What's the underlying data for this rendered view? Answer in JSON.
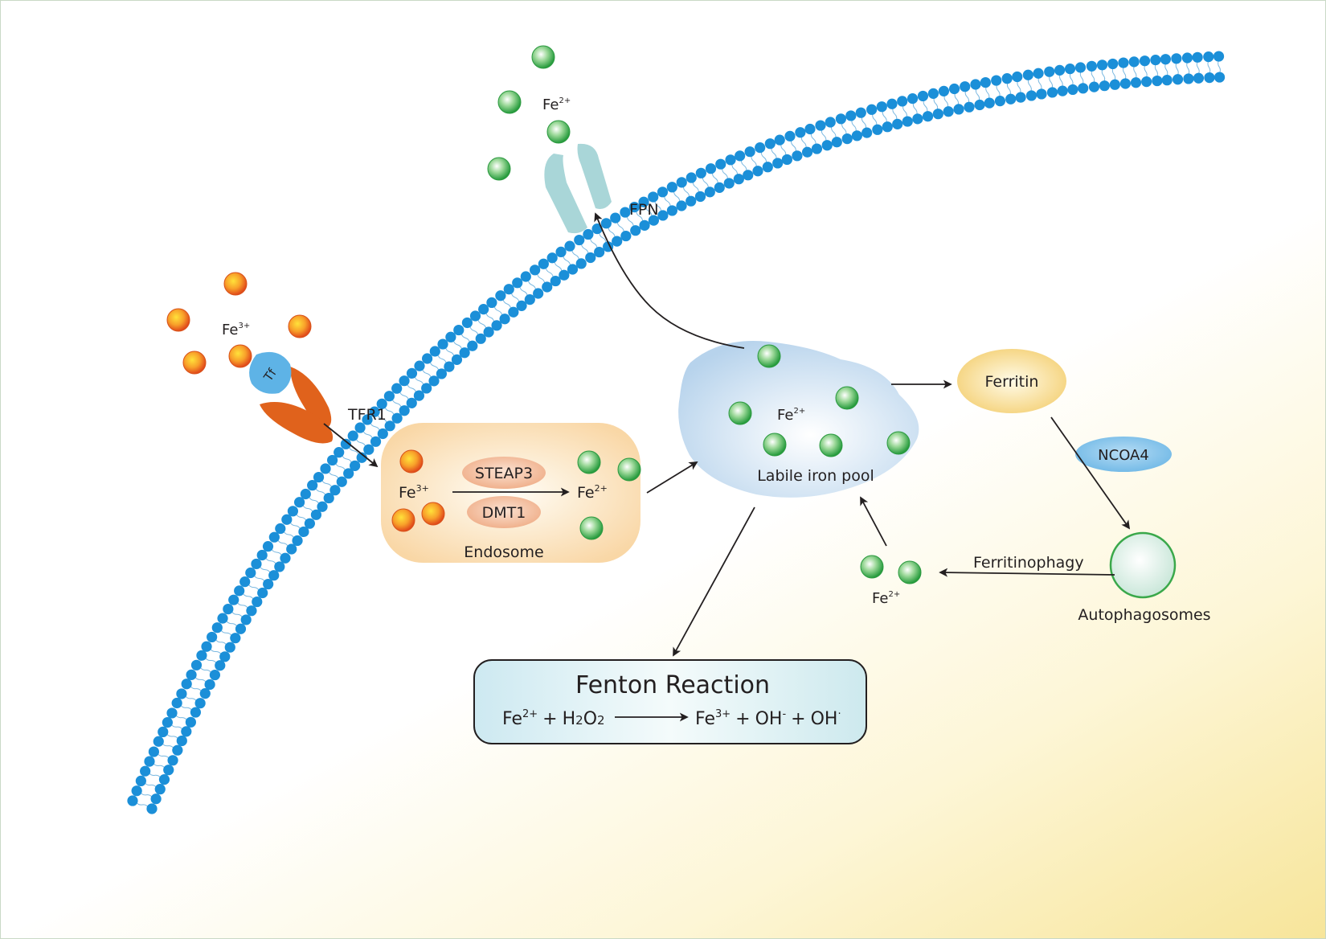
{
  "colors": {
    "membrane_head": "#1b8fd8",
    "fe3_ion": "#f07a1c",
    "fe2_ion": "#3aa84a",
    "tfr1": "#e0621c",
    "tf": "#5eb3e6",
    "fpn": "#a9d6d8",
    "ferritin": "#f6d98a",
    "ncoa4": "#7fc3ea",
    "endosome": "#fbe0b4",
    "labile_pool": "#c6ddef",
    "autophagosome_ring": "#3aa84a",
    "fenton_box": "#d9eef2"
  },
  "labels": {
    "fe2_outside": {
      "base": "Fe",
      "sup": "2+"
    },
    "fpn": "FPN",
    "fe3_outside": {
      "base": "Fe",
      "sup": "3+"
    },
    "tf": "Tf",
    "tfr1": "TFR1",
    "steap3": "STEAP3",
    "dmt1": "DMT1",
    "endosome_fe3": {
      "base": "Fe",
      "sup": "3+"
    },
    "endosome_fe2": {
      "base": "Fe",
      "sup": "2+"
    },
    "endosome": "Endosome",
    "pool_fe2": {
      "base": "Fe",
      "sup": "2+"
    },
    "labile_iron_pool": "Labile iron pool",
    "ferritin": "Ferritin",
    "ncoa4": "NCOA4",
    "autophagosomes": "Autophagosomes",
    "ferritinophagy": "Ferritinophagy",
    "released_fe2": {
      "base": "Fe",
      "sup": "2+"
    }
  },
  "fenton": {
    "title": "Fenton Reaction",
    "lhs": {
      "fe": "Fe",
      "fe_sup": "2+",
      "plus1": "+",
      "h": "H",
      "h_sub": "2",
      "o": "O",
      "o_sub": "2"
    },
    "rhs": {
      "fe": "Fe",
      "fe_sup": "3+",
      "plus1": "+",
      "oh1": "OH",
      "oh1_sup": "-",
      "plus2": "+",
      "oh2": "OH",
      "oh2_sup": "·"
    }
  }
}
